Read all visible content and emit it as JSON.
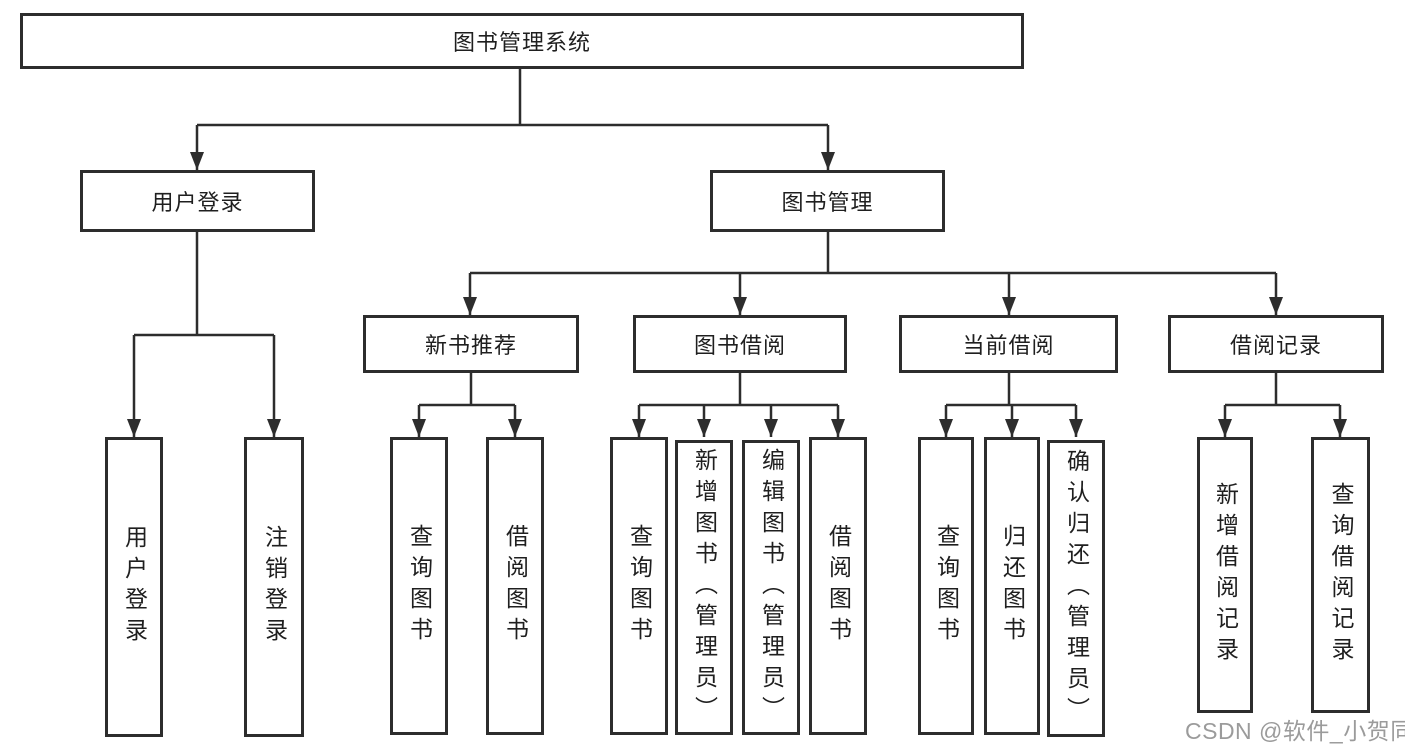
{
  "style": {
    "line_color": "#2d2d2d",
    "box_border_color": "#2d2d2d",
    "text_color": "#1f1f1f",
    "background": "#ffffff",
    "watermark_color": "#9b9b9b"
  },
  "watermark": {
    "text": "CSDN @软件_小贺同学"
  },
  "tree": {
    "label": "图书管理系统",
    "children": [
      {
        "label": "用户登录",
        "children": [
          {
            "label": "用户登录"
          },
          {
            "label": "注销登录"
          }
        ]
      },
      {
        "label": "图书管理",
        "children": [
          {
            "label": "新书推荐",
            "children": [
              {
                "label": "查询图书"
              },
              {
                "label": "借阅图书"
              }
            ]
          },
          {
            "label": "图书借阅",
            "children": [
              {
                "label": "查询图书"
              },
              {
                "label": "新增图书（管理员）"
              },
              {
                "label": "编辑图书（管理员）"
              },
              {
                "label": "借阅图书"
              }
            ]
          },
          {
            "label": "当前借阅",
            "children": [
              {
                "label": "查询图书"
              },
              {
                "label": "归还图书"
              },
              {
                "label": "确认归还（管理员）"
              }
            ]
          },
          {
            "label": "借阅记录",
            "children": [
              {
                "label": "新增借阅记录"
              },
              {
                "label": "查询借阅记录"
              }
            ]
          }
        ]
      }
    ]
  }
}
